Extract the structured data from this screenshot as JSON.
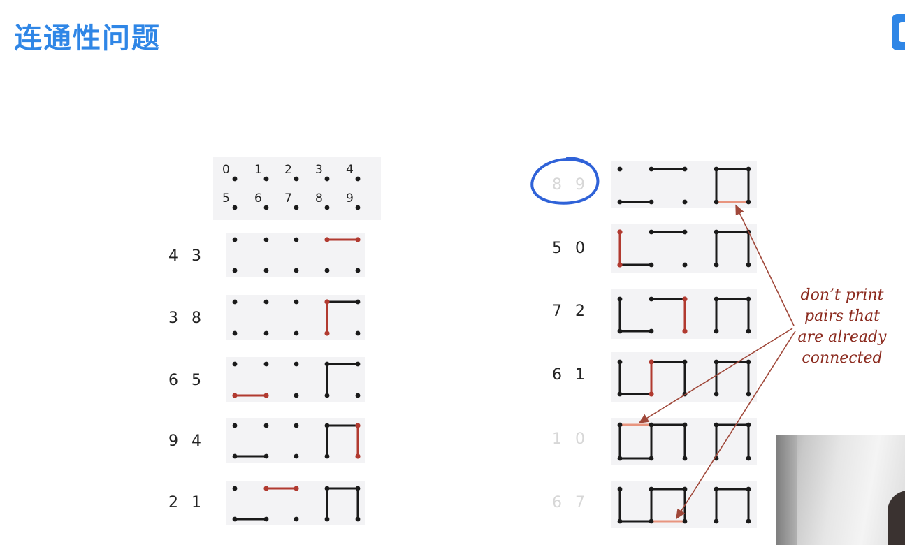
{
  "page": {
    "title": "连通性问题"
  },
  "grid_header": {
    "top_row": [
      "0",
      "1",
      "2",
      "3",
      "4"
    ],
    "bottom_row": [
      "5",
      "6",
      "7",
      "8",
      "9"
    ]
  },
  "left_steps": [
    {
      "pair": "4 3"
    },
    {
      "pair": "3 8"
    },
    {
      "pair": "6 5"
    },
    {
      "pair": "9 4"
    },
    {
      "pair": "2 1"
    }
  ],
  "right_steps": [
    {
      "pair": "8 9",
      "faded": true
    },
    {
      "pair": "5 0",
      "faded": false
    },
    {
      "pair": "7 2",
      "faded": false
    },
    {
      "pair": "6 1",
      "faded": false
    },
    {
      "pair": "1 0",
      "faded": true
    },
    {
      "pair": "6 7",
      "faded": true
    }
  ],
  "annotation": {
    "lines": [
      "don’t print",
      "pairs that",
      "are already",
      "connected"
    ]
  },
  "colors": {
    "accent": "#2f86e6",
    "new_edge": "#b13a30",
    "redundant_edge": "#e8957f",
    "arrow": "#a0483a",
    "edge": "#1a1a1a",
    "panel": "#f3f3f5",
    "circle": "#2f62d8"
  }
}
